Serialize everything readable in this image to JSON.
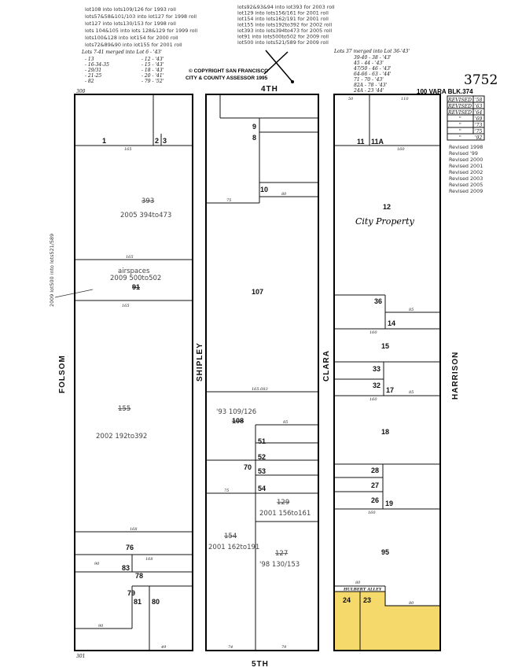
{
  "notes_left": [
    "lot108 into lots109/126 for 1993 roll",
    "lots57&58&101/103 into lot127 for 1998 roll",
    "lot127 into lots130/153 for 1998 roll",
    "lots 104&105 into lots 128&129 for 1999 roll",
    "lots100&128 into lot154 for 2000 roll",
    "lots72&89&90 into lot155 for 2001 roll"
  ],
  "notes_right": [
    "lots92&93&94 into lot393 for 2003 roll",
    "lot129 into lots156/161 for 2001 roll",
    "lot154 into lots162/191 for 2001 roll",
    "lot155 into lots192to392 for 2002 roll",
    "lot393 into lots394to473 for 2005 roll",
    "lot91 into lots500to502 for 2009 roll",
    "lot500 into lots521/589 for 2009 roll"
  ],
  "merge_left_title": "Lots 7-41 merged into Lot 6 - '43'",
  "merge_left_rows": [
    "- 13",
    "- 16-34-35",
    "- 29/31",
    "- 21-25",
    "- 82",
    "- 12 - '43'",
    "- 15 - '43'",
    "- 18 - '43'",
    "- 20 - '41'",
    "- 79 - '52'"
  ],
  "merge_right_title": "Lots 37 merged into Lot 36-'43'",
  "merge_right_rows": [
    "39-40 - 38 - '43'",
    "45 - 44 - '43'",
    "47/50 - 46 - '43'",
    "64-66 - 63 - '44'",
    "71 - 70 - '43'",
    "82A - 78 - '43'",
    "24A - 23 '44'"
  ],
  "copyright": [
    "© COPYRIGHT SAN FRANCISCO",
    "CITY & COUNTY ASSESSOR 1995"
  ],
  "block_number": "3752",
  "block_subtitle": "100 VARA BLK.374",
  "revised_table": [
    [
      "REVISED",
      "'58"
    ],
    [
      "REVISED",
      "'63"
    ],
    [
      "REVISED",
      "'64"
    ],
    [
      "\"",
      "'69"
    ],
    [
      "\"",
      "'73"
    ],
    [
      "\"",
      "'75"
    ],
    [
      "\"",
      "'92"
    ]
  ],
  "revised_list": [
    "Revised 1998",
    "Revised '99",
    "Revised 2000",
    "Revised 2001",
    "Revised 2002",
    "Revised 2003",
    "Revised 2005",
    "Revised 2009"
  ],
  "streets": {
    "north": "4TH",
    "south": "5TH",
    "folsom": "FOLSOM",
    "shipley": "SHIPLEY",
    "clara": "CLARA",
    "harrison": "HARRISON",
    "alley": "HULBERT ALLEY"
  },
  "side_note": "2009 lot500 into lots521/589",
  "corner_labels": {
    "nw": "300",
    "sw": "301"
  },
  "lots": {
    "l1": "1",
    "l2": "2",
    "l3": "3",
    "l9": "9",
    "l8": "8",
    "l10": "10",
    "l107": "107",
    "l108": "108",
    "l51": "51",
    "l52": "52",
    "l53": "53",
    "l54": "54",
    "l70": "70",
    "l76": "76",
    "l83": "83",
    "l78": "78",
    "l79": "79",
    "l81": "81",
    "l80": "80",
    "l11": "11",
    "l11a": "11A",
    "l12": "12",
    "l36": "36",
    "l14": "14",
    "l15": "15",
    "l33": "33",
    "l32": "32",
    "l17": "17",
    "l18": "18",
    "l28": "28",
    "l27": "27",
    "l26": "26",
    "l19": "19",
    "l95": "95",
    "l24": "24",
    "l23": "23"
  },
  "annotations": {
    "old393": "393",
    "new393": "2005 394to473",
    "airspaces": "airspaces",
    "air2009": "2009 500to502",
    "old91": "91",
    "old155": "155",
    "new155": "2002 192to392",
    "city": "City Property",
    "l108note": "'93 109/126",
    "old129": "129",
    "new129": "2001 156to161",
    "old154": "154",
    "new154": "2001 162to191",
    "old127": "127",
    "new127": "'98 130/153"
  },
  "dims": [
    "165",
    "165",
    "165",
    "168",
    "168",
    "165.083",
    "75",
    "80",
    "160",
    "160",
    "160",
    "160",
    "110",
    "50",
    "80",
    "85",
    "85",
    "85",
    "75",
    "80",
    "79",
    "74",
    "49",
    "90",
    "90"
  ],
  "colors": {
    "highlight": "#f5d96b"
  }
}
